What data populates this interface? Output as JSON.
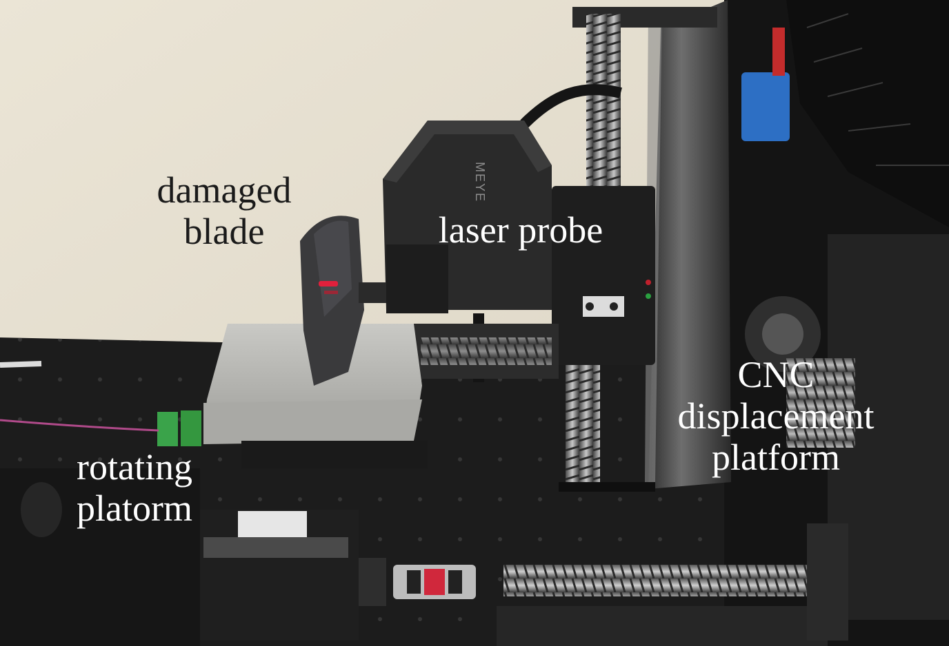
{
  "figure": {
    "description_icon": "photo-of-laser-scanning-rig",
    "colors": {
      "wall": "#e8e2d4",
      "optical_table": "#1c1c1c",
      "aluminium_block": "#bdbdb8",
      "probe_body": "#2a2a2a",
      "label_dark": "#1a1a1a",
      "label_light": "#ffffff",
      "laser_dot": "#e0203c",
      "blue_part": "#2d6fc4",
      "green_connector": "#3aa34a"
    },
    "labels": {
      "damaged_blade": {
        "line1": "damaged",
        "line2": "blade"
      },
      "laser_probe": {
        "line1": "laser probe"
      },
      "cnc_platform": {
        "line1": "CNC",
        "line2": "displacement",
        "line3": "platform"
      },
      "rotating_platform": {
        "line1": "rotating",
        "line2": "platorm"
      }
    },
    "probe_brand_text": "MEYE"
  }
}
